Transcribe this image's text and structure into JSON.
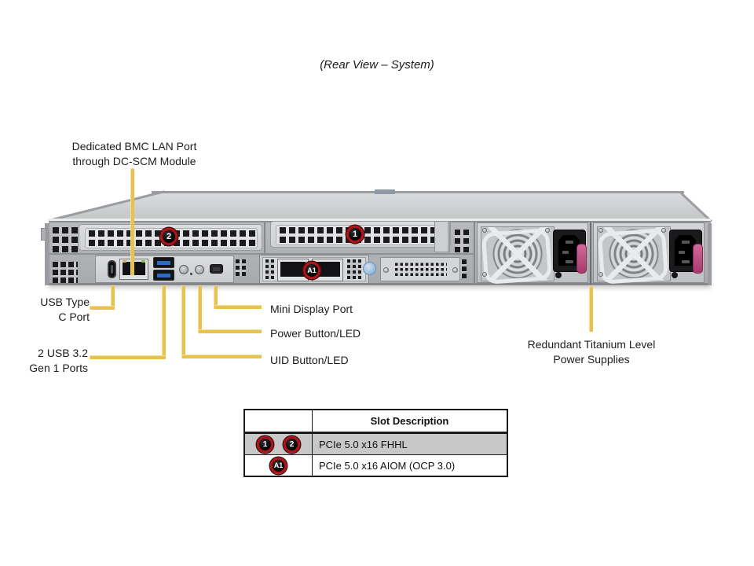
{
  "title": {
    "text": "(Rear View – System)"
  },
  "callouts": {
    "bmc_lan": {
      "line1": "Dedicated BMC LAN Port",
      "line2": "through DC-SCM Module"
    },
    "usb_c": {
      "line1": "USB Type",
      "line2": "C Port"
    },
    "usb_32": {
      "line1": "2 USB 3.2",
      "line2": "Gen 1 Ports"
    },
    "mini_dp": {
      "label": "Mini Display Port"
    },
    "power_button": {
      "label": "Power Button/LED"
    },
    "uid_button": {
      "label": "UID Button/LED"
    },
    "psu": {
      "line1": "Redundant Titanium Level",
      "line2": "Power Supplies"
    }
  },
  "slot_badges": {
    "slot1": "1",
    "slot2": "2",
    "aiom": "A1"
  },
  "table": {
    "header": "Slot Description",
    "rows": [
      {
        "badges": [
          "1",
          "2"
        ],
        "description": "PCIe 5.0 x16 FHHL"
      },
      {
        "badges": [
          "A1"
        ],
        "description": "PCIe 5.0 x16 AIOM (OCP 3.0)"
      }
    ]
  },
  "colors": {
    "callout_line": "#e8c24e",
    "badge_ring": "#ab1419",
    "badge_fill": "#0b0b0b",
    "table_row_highlight": "#c8c8c8"
  }
}
